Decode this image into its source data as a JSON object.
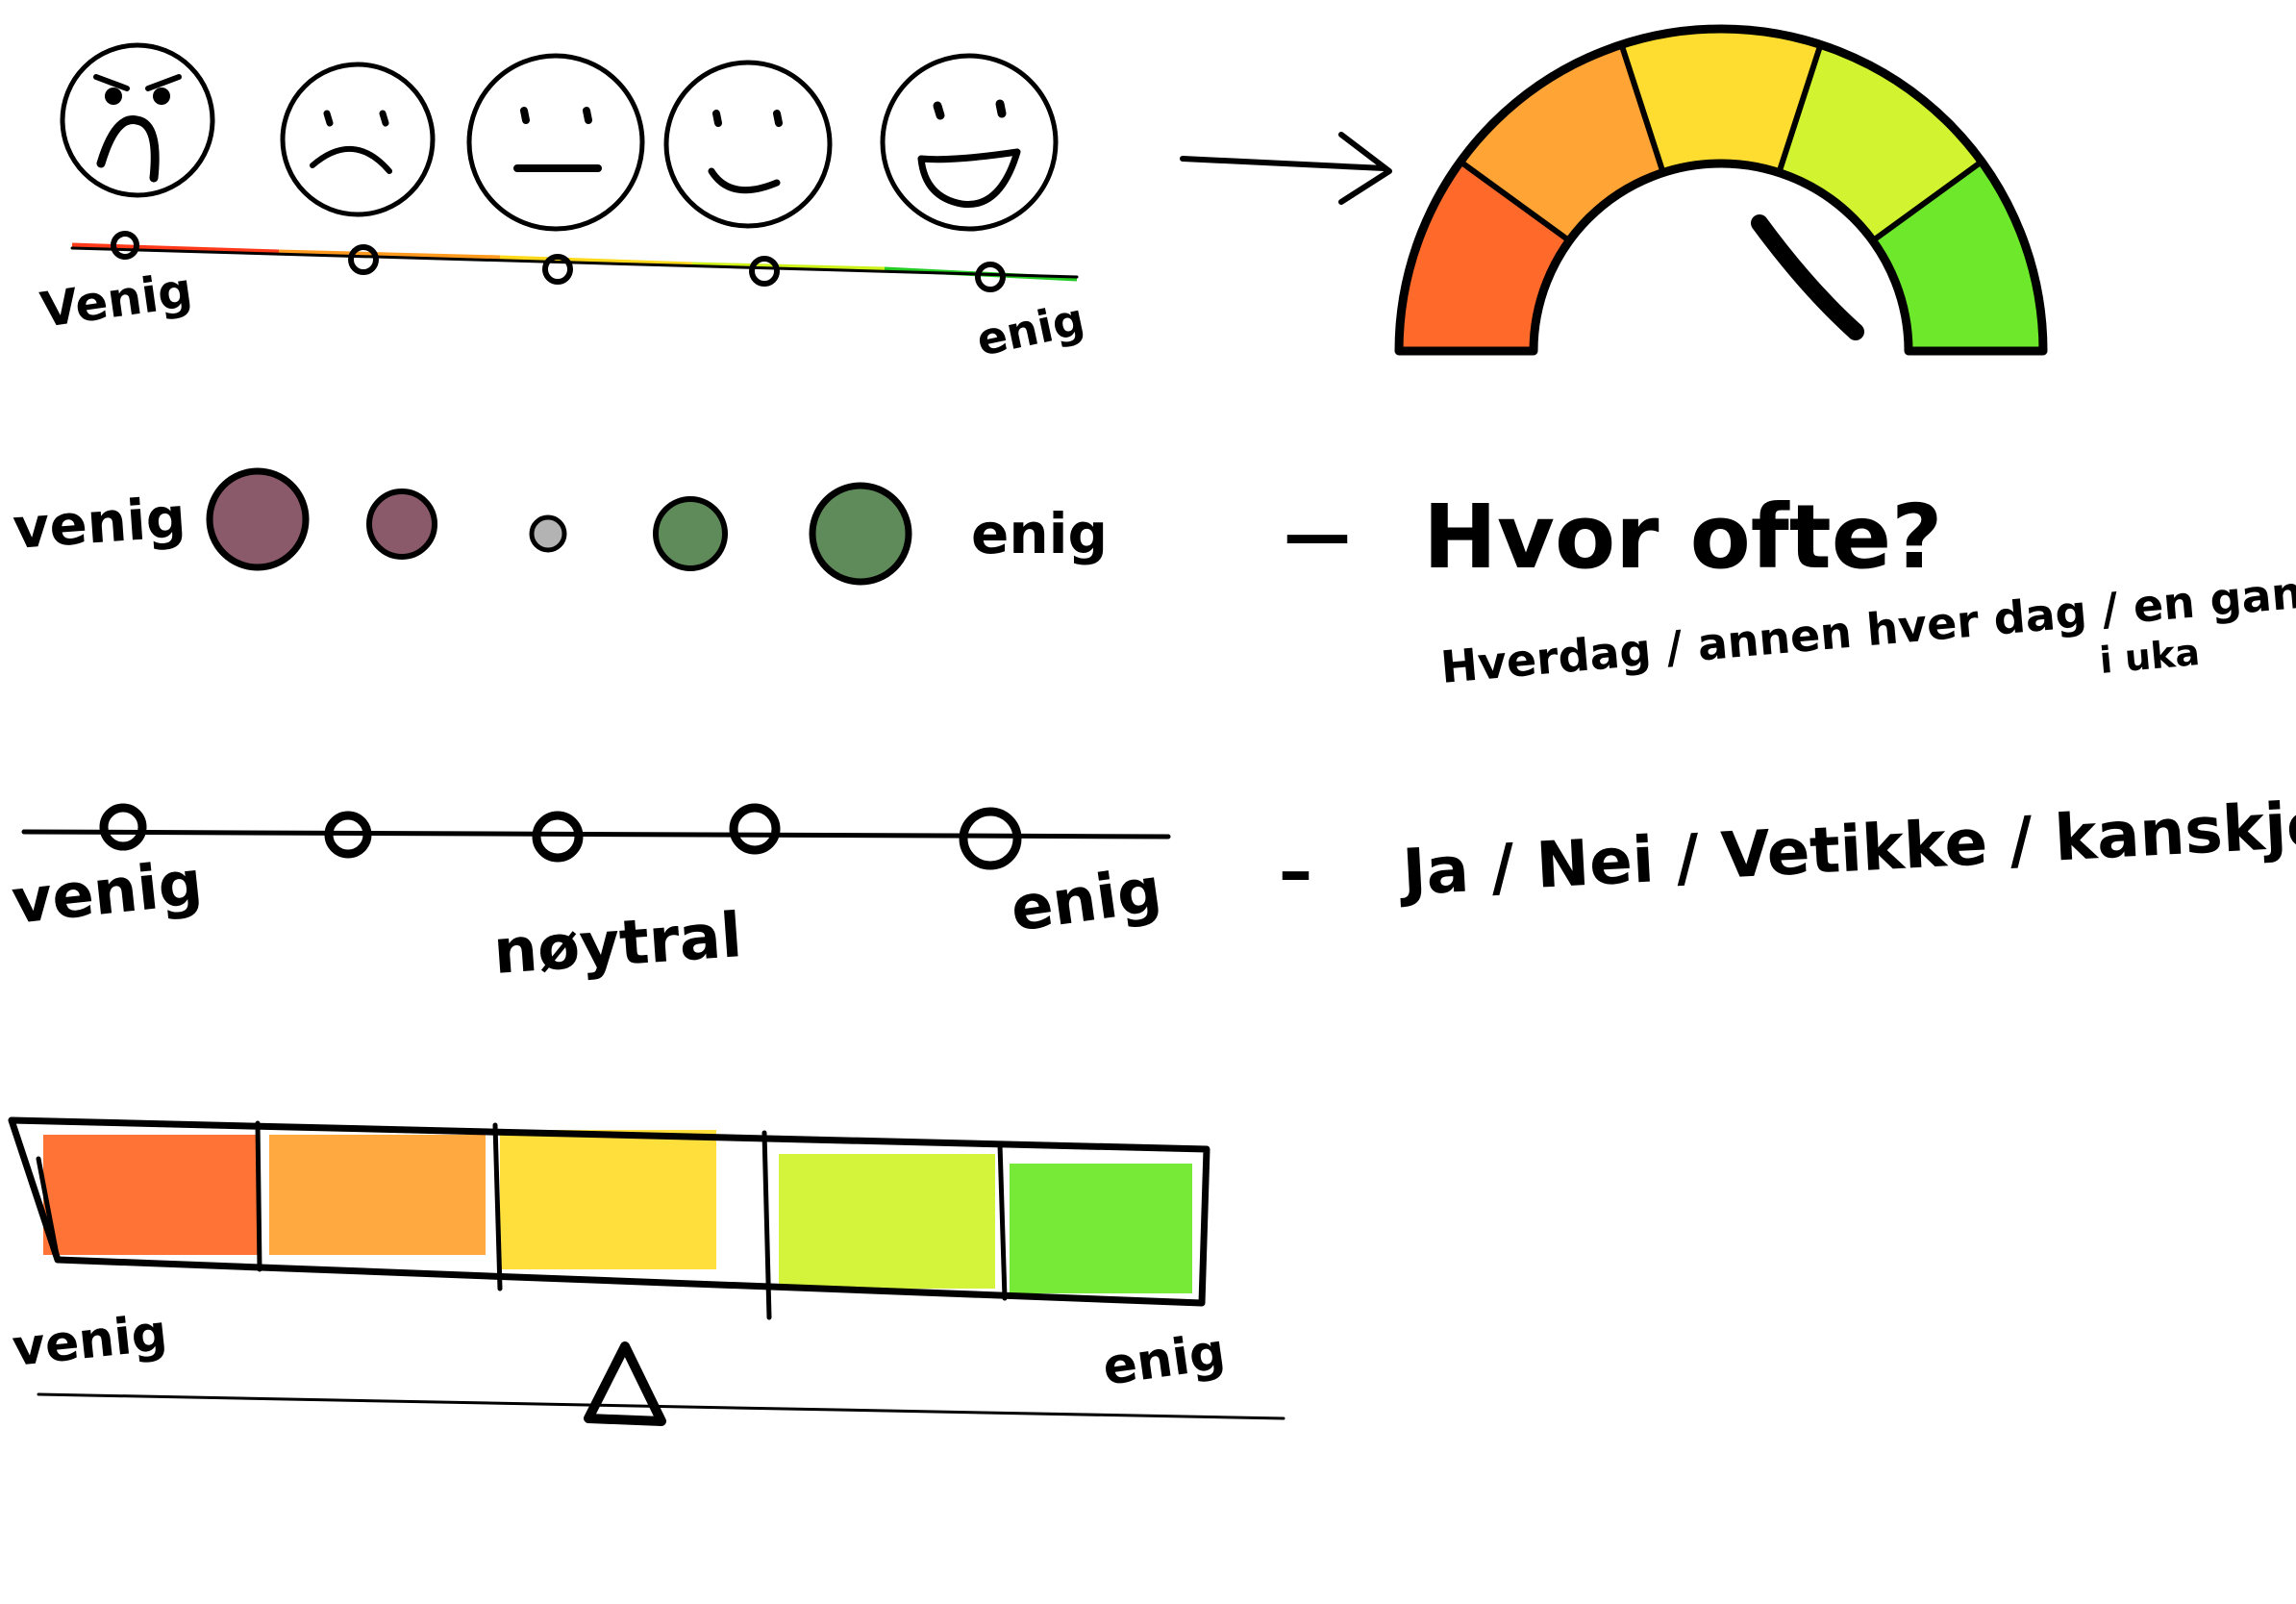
{
  "labels": {
    "row1_left": "Venig",
    "row1_right": "enig",
    "row2_left": "venig",
    "row2_right": "enig",
    "row3_left": "venig",
    "row3_mid": "nøytral",
    "row3_right": "enig",
    "row4_left": "venig",
    "row4_right": "enig"
  },
  "notes": {
    "hvor_ofte": "Hvor ofte?",
    "frequency_options": "Hverdag / annen hver dag / en gang",
    "frequency_options_line2": "i uka",
    "dash_1": "—",
    "dash_2": "–",
    "yes_no_options": "Ja / Nei / Vetikke / kanskje"
  },
  "scale_colors": [
    "#ff5a14",
    "#ff9a1f",
    "#ffd91a",
    "#cdf21a",
    "#5ee614"
  ],
  "dot_colors": {
    "disagree": "#8a5a6a",
    "neutral": "#b3b3b3",
    "agree": "#5f8a5a"
  },
  "ink_color": "#000000",
  "faces": [
    {
      "name": "angry-face-icon",
      "mood": "angry"
    },
    {
      "name": "sad-face-icon",
      "mood": "sad"
    },
    {
      "name": "neutral-face-icon",
      "mood": "neutral"
    },
    {
      "name": "smile-face-icon",
      "mood": "smile"
    },
    {
      "name": "laugh-face-icon",
      "mood": "laugh"
    }
  ]
}
